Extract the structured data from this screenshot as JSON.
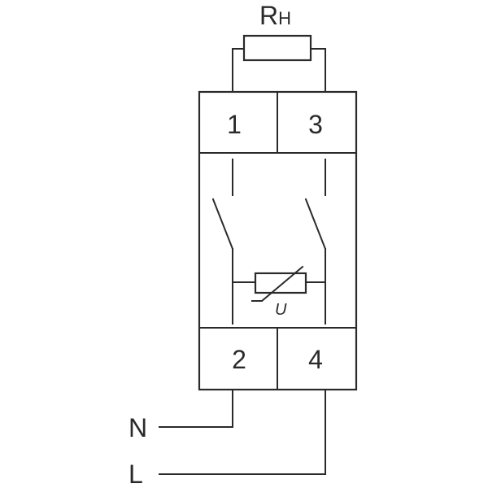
{
  "resistor": {
    "label_main": "R",
    "label_sub": "H"
  },
  "terminals": {
    "top_left": "1",
    "top_right": "3",
    "bottom_left": "2",
    "bottom_right": "4"
  },
  "varistor": {
    "label": "U"
  },
  "lines": {
    "neutral": "N",
    "live": "L"
  },
  "colors": {
    "stroke": "#2a2a2a",
    "background": "#ffffff"
  }
}
